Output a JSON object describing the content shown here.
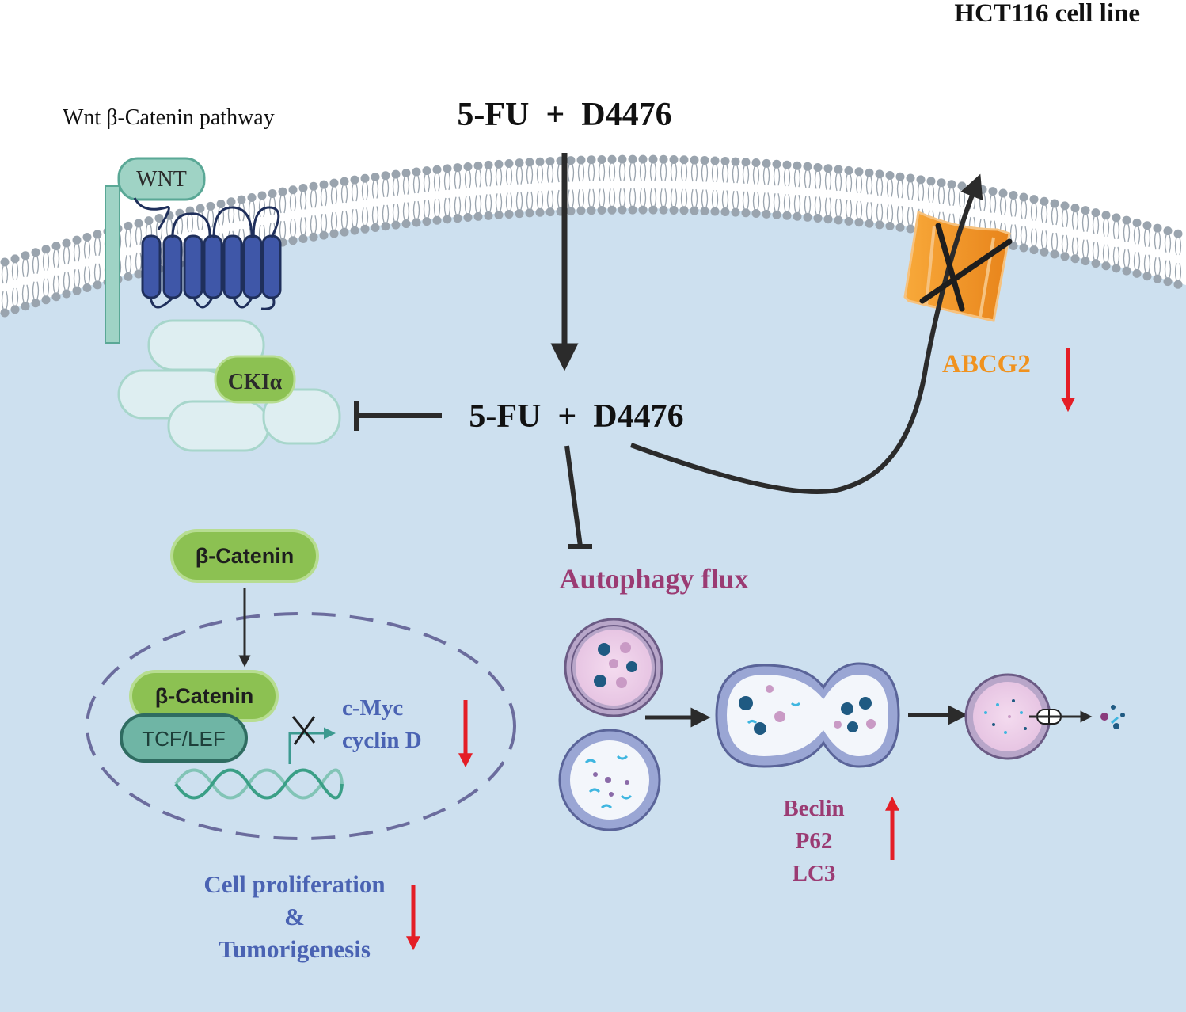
{
  "header": {
    "cell_line": "HCT116 cell line",
    "pathway": "Wnt β-Catenin pathway"
  },
  "treatment": {
    "top": "5-FU  +  D4476",
    "center": "5-FU  +  D4476"
  },
  "membrane": {
    "wnt_label": "WNT",
    "ckia_label": "CKIα",
    "transporter_label": "ABCG2"
  },
  "nucleus": {
    "beta_catenin_cytoplasm": "β-Catenin",
    "beta_catenin_nucleus": "β-Catenin",
    "tcf_lef": "TCF/LEF",
    "targets": [
      "c-Myc",
      "cyclin D"
    ]
  },
  "outcomes": {
    "proliferation": [
      "Cell proliferation",
      "&",
      "Tumorigenesis"
    ],
    "autophagy_title": "Autophagy flux",
    "autophagy_markers": [
      "Beclin",
      "P62",
      "LC3"
    ]
  },
  "colors": {
    "cell": "#cde0ef",
    "membrane": "#9aa4ae",
    "arrow": "#2b2b2b",
    "down_up_arrow": "#e41e26",
    "autophagy_text": "#9b3b73",
    "blue_text": "#4a63b3",
    "abcg2": "#f0921e",
    "green_protein": "#8cc152",
    "teal_protein": "#6fb5a5",
    "receptor": "#3f57a8"
  },
  "icons": [
    "down-arrow-icon",
    "up-arrow-icon",
    "inhibition-icon",
    "block-x-icon"
  ]
}
